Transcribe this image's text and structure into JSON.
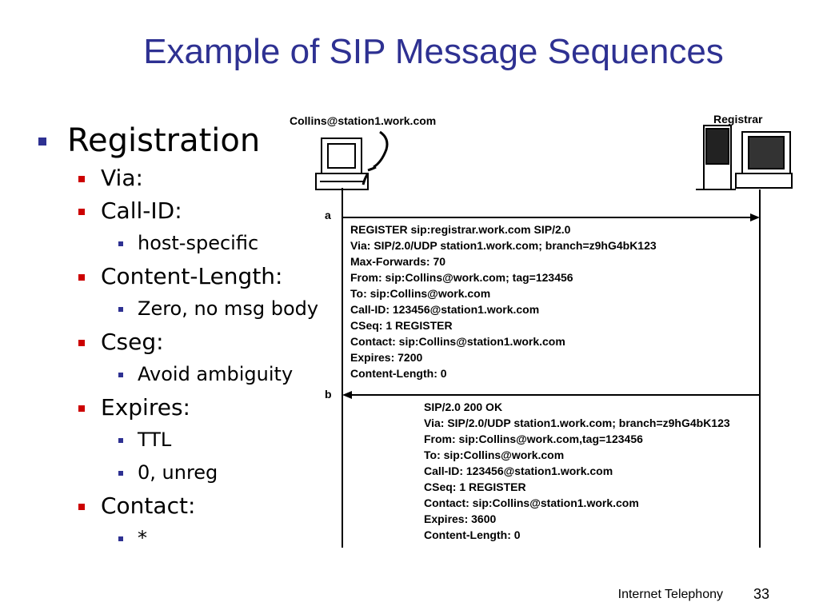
{
  "slide": {
    "title": "Example of SIP Message Sequences",
    "footer": "Internet Telephony",
    "page_number": "33"
  },
  "bullets": {
    "registration": "Registration",
    "via": "Via:",
    "call_id": "Call-ID:",
    "host_specific": "host-specific",
    "content_length": "Content-Length:",
    "zero_no_body": "Zero, no msg body",
    "cseg": "Cseg:",
    "avoid_ambiguity": "Avoid ambiguity",
    "expires": "Expires:",
    "ttl": "TTL",
    "zero_unreg": "0, unreg",
    "contact": "Contact:",
    "star": "*"
  },
  "diagram": {
    "left_endpoint": "Collins@station1.work.com",
    "right_endpoint": "Registrar",
    "step_a": "a",
    "step_b": "b",
    "request_lines": [
      "REGISTER sip:registrar.work.com SIP/2.0",
      "Via: SIP/2.0/UDP station1.work.com; branch=z9hG4bK123",
      "Max-Forwards: 70",
      "From: sip:Collins@work.com; tag=123456",
      "To: sip:Collins@work.com",
      "Call-ID: 123456@station1.work.com",
      "CSeq: 1 REGISTER",
      "Contact: sip:Collins@station1.work.com",
      "Expires: 7200",
      "Content-Length: 0"
    ],
    "response_lines": [
      "SIP/2.0 200 OK",
      "Via: SIP/2.0/UDP station1.work.com; branch=z9hG4bK123",
      "From: sip:Collins@work.com,tag=123456",
      "To: sip:Collins@work.com",
      "Call-ID: 123456@station1.work.com",
      "CSeq: 1 REGISTER",
      "Contact: sip:Collins@station1.work.com",
      "Expires: 3600",
      "Content-Length: 0"
    ]
  }
}
